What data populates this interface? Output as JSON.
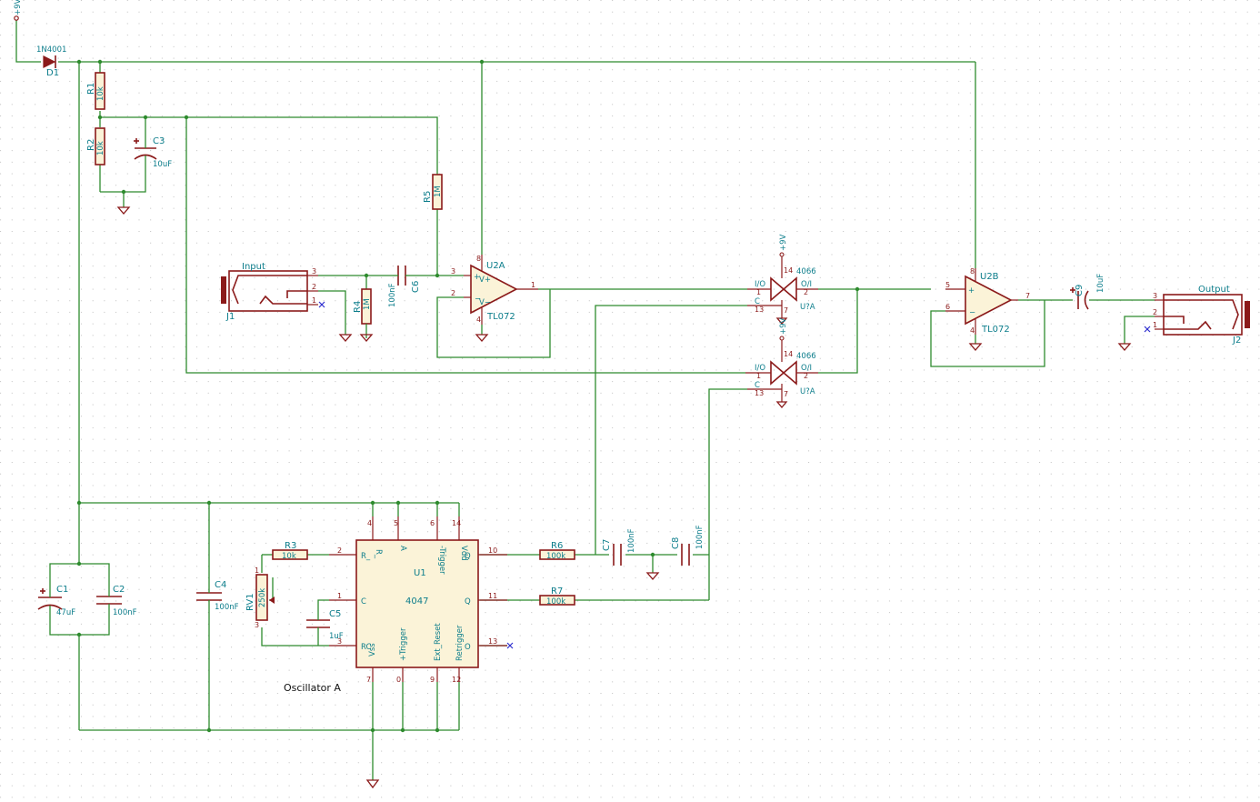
{
  "power": {
    "supply": "+9V",
    "diode_ref": "D1",
    "diode_val": "1N4001",
    "pwr_small": "+9V"
  },
  "resistors": {
    "r1": {
      "ref": "R1",
      "val": "10k"
    },
    "r2": {
      "ref": "R2",
      "val": "10k"
    },
    "r3": {
      "ref": "R3",
      "val": "10k"
    },
    "r4": {
      "ref": "R4",
      "val": "1M"
    },
    "r5": {
      "ref": "R5",
      "val": "1M"
    },
    "r6": {
      "ref": "R6",
      "val": "100k"
    },
    "r7": {
      "ref": "R7",
      "val": "100k"
    },
    "rv1": {
      "ref": "RV1",
      "val": "250k"
    }
  },
  "capacitors": {
    "c1": {
      "ref": "C1",
      "val": "47uF"
    },
    "c2": {
      "ref": "C2",
      "val": "100nF"
    },
    "c3": {
      "ref": "C3",
      "val": "10uF"
    },
    "c4": {
      "ref": "C4",
      "val": "100nF"
    },
    "c5": {
      "ref": "C5",
      "val": "1uF"
    },
    "c6": {
      "ref": "C6",
      "val": "100nF"
    },
    "c7": {
      "ref": "C7",
      "val": "100nF"
    },
    "c8": {
      "ref": "C8",
      "val": "100nF"
    },
    "c9": {
      "ref": "C9",
      "val": "10uF"
    }
  },
  "jacks": {
    "j1": {
      "ref": "J1",
      "label": "Input"
    },
    "j2": {
      "ref": "J2",
      "label": "Output"
    }
  },
  "opamps": {
    "u2a": {
      "ref": "U2A",
      "val": "TL072"
    },
    "u2b": {
      "ref": "U2B",
      "val": "TL072"
    }
  },
  "switches": {
    "s1": {
      "ref": "U?A",
      "val": "4066"
    },
    "s2": {
      "ref": "U?A",
      "val": "4066"
    },
    "pin_io": "I/O",
    "pin_oi": "O/I",
    "pin_ctl": "C"
  },
  "ic": {
    "ref": "U1",
    "val": "4047",
    "pins": {
      "ra": "R_",
      "a": "A",
      "ntrig": "-Trigger",
      "vdd": "Vdd",
      "q": "Q",
      "nq": "Q",
      "c": "C",
      "rc": "RC",
      "vss": "Vss",
      "ptrig": "+Trigger",
      "extreset": "Ext_Reset",
      "retrig": "Retrigger",
      "osc": "O"
    }
  },
  "note": "Oscillator A",
  "pin_numbers": {
    "p1": "1",
    "p2": "2",
    "p3": "3",
    "p4": "4",
    "p5": "5",
    "p6": "6",
    "p7": "7",
    "p8": "8",
    "p9": "9",
    "p10": "10",
    "p11": "11",
    "p12": "12",
    "p13": "13",
    "p14": "14",
    "p0": "0"
  }
}
